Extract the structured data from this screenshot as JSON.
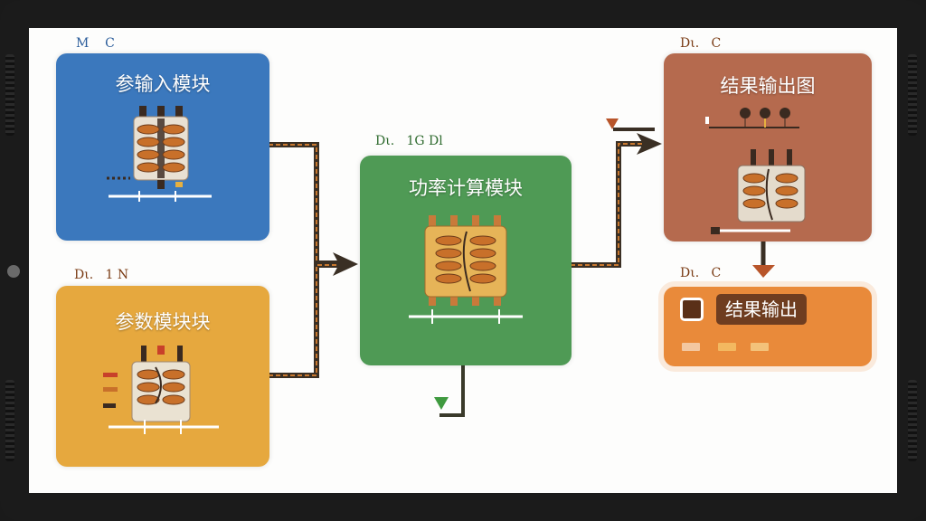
{
  "blocks": {
    "input": {
      "tag": "M    C",
      "title": "参输入模块",
      "color": "#3b78bd"
    },
    "param": {
      "tag": "Dι.   1 N",
      "title": "参数模块块",
      "color": "#e6a83e"
    },
    "power": {
      "tag": "Dι.   1G Dl",
      "title": "功率计算模块",
      "color": "#4f9a55"
    },
    "result": {
      "tag": "Dι.   C",
      "title": "结果输出图",
      "color": "#b56a4e"
    },
    "output": {
      "tag": "Dι.   C",
      "title": "结果输出",
      "color": "#e98a3a"
    }
  },
  "colors": {
    "wire": "#3a2f24",
    "wire_dash": "#c8782f",
    "screen": "#fdfdfc",
    "bezel": "#1b1b1b"
  },
  "icons": [
    "transformer-icon",
    "arrow-right-icon",
    "arrow-down-icon",
    "camera-icon"
  ]
}
